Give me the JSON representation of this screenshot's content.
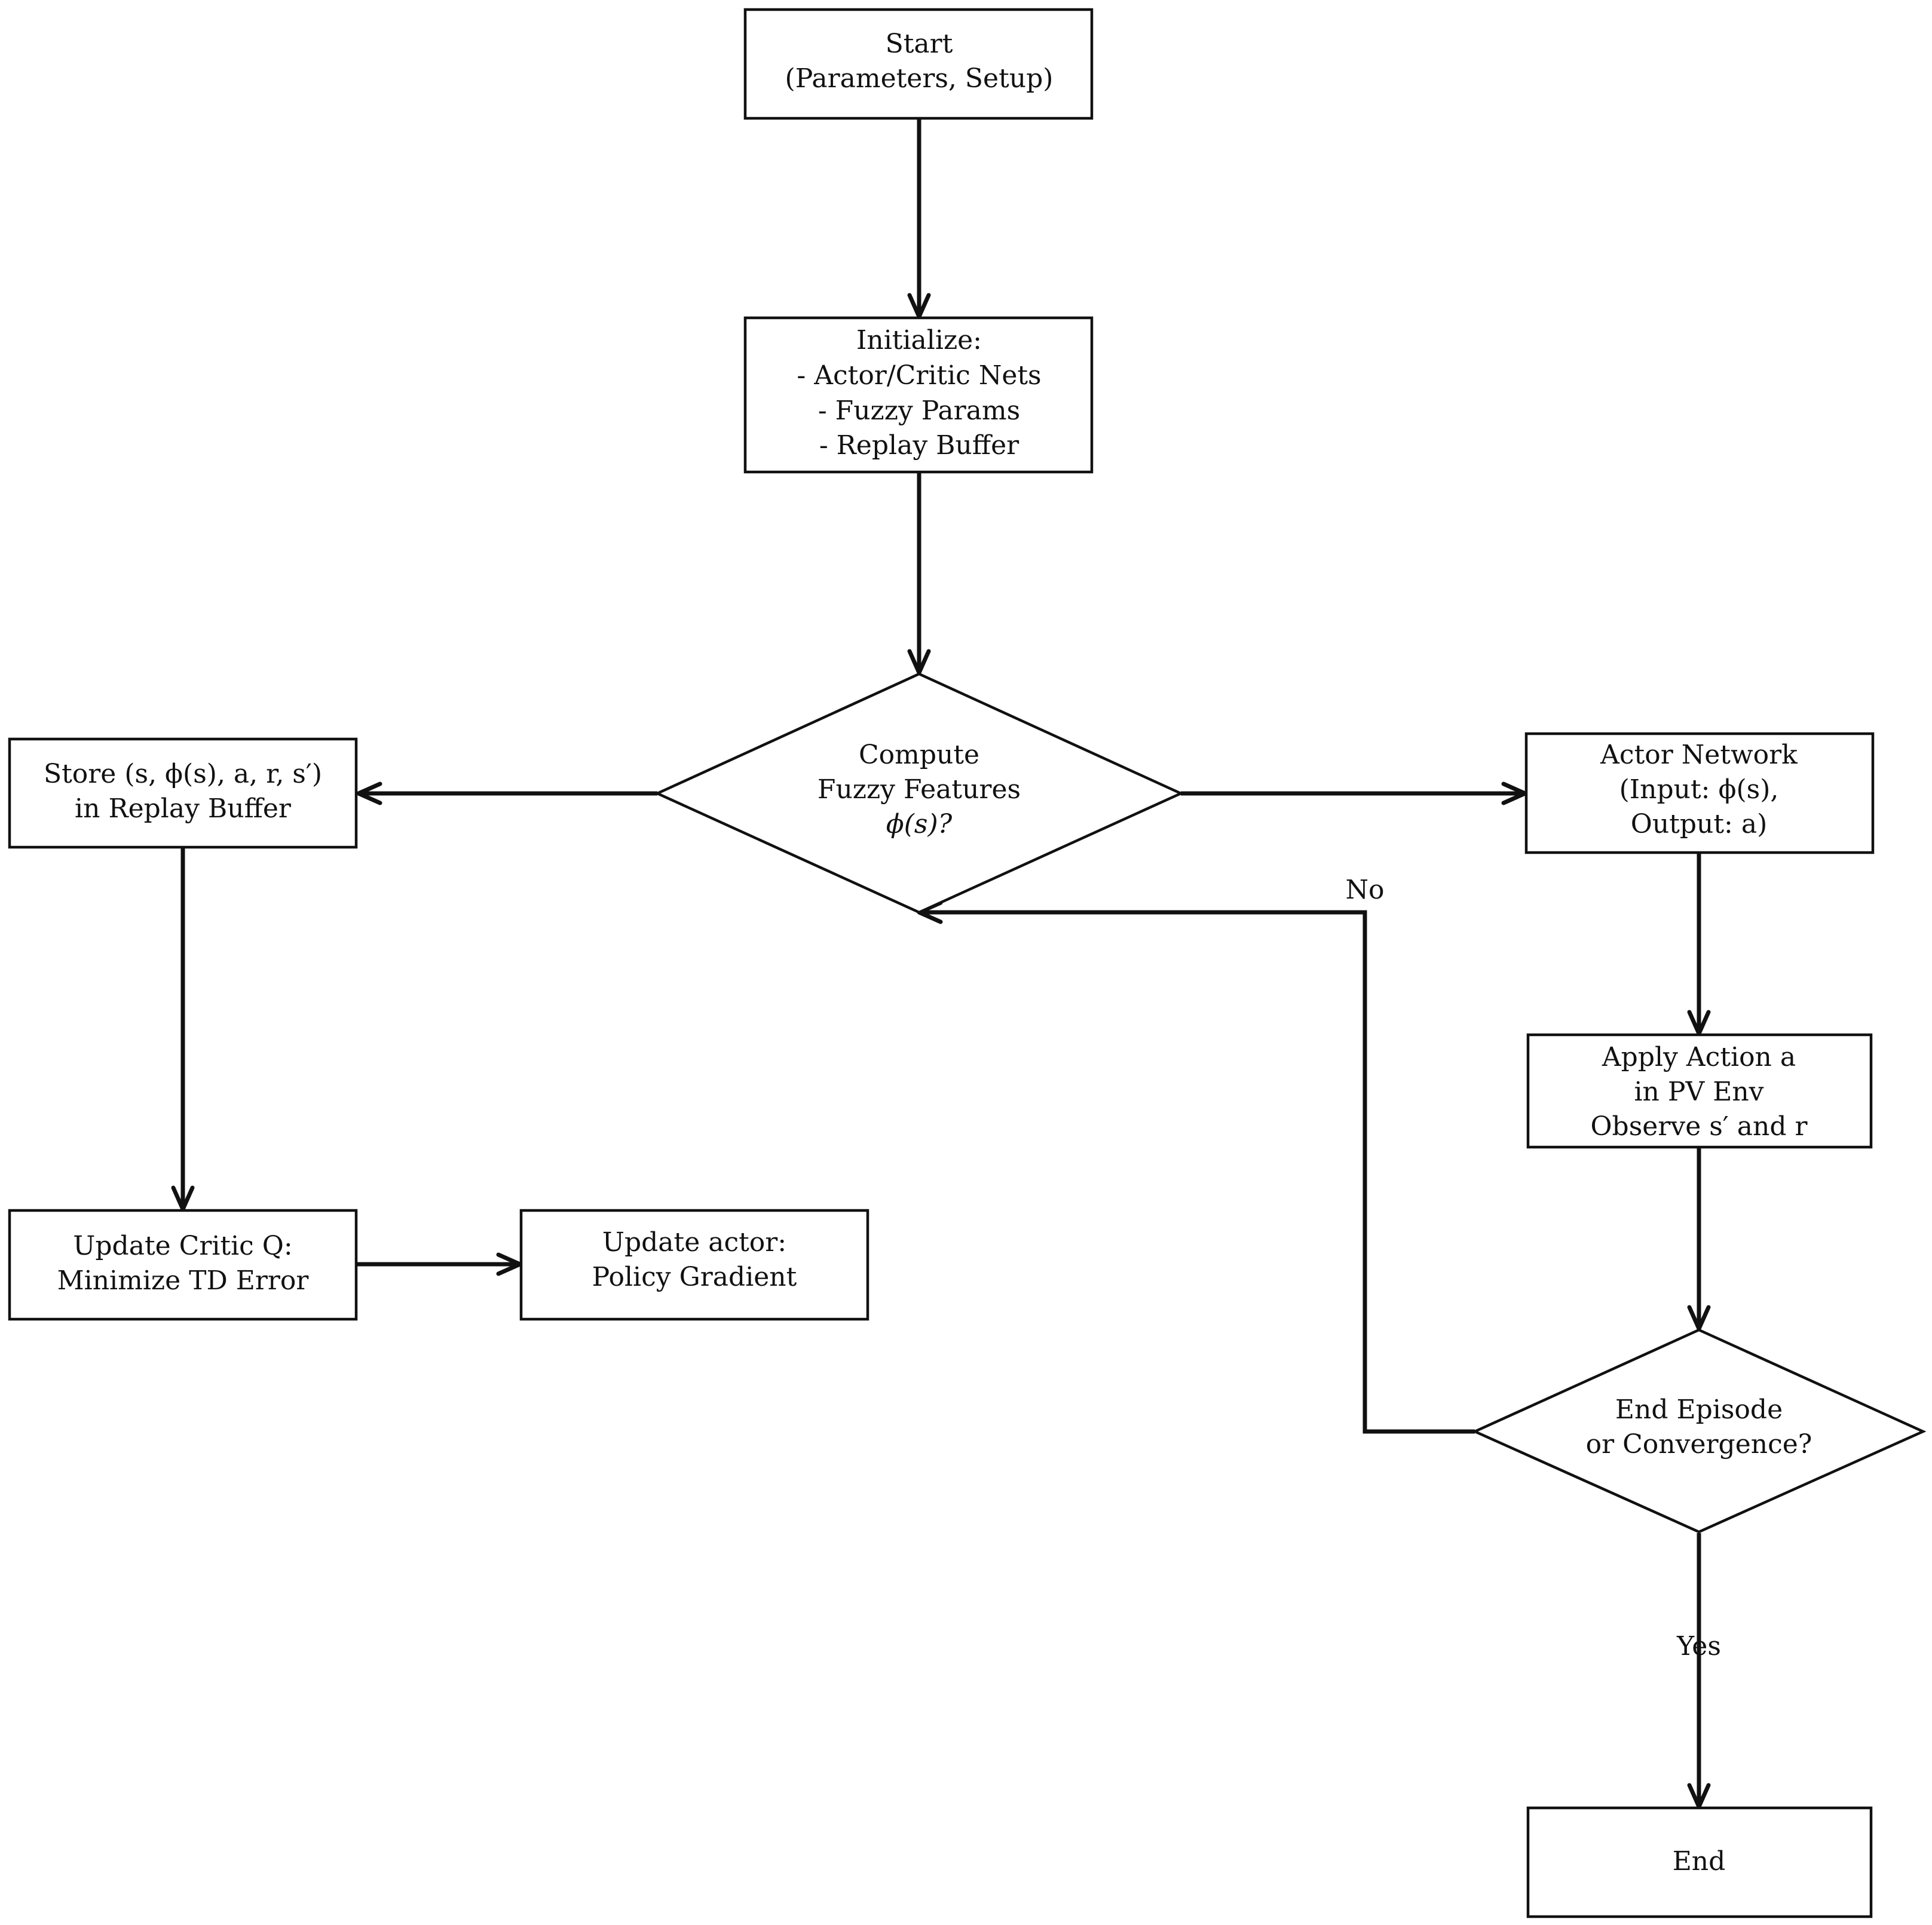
{
  "nodes": {
    "start": {
      "lines": [
        "Start",
        "(Parameters, Setup)"
      ]
    },
    "initialize": {
      "lines": [
        "Initialize:",
        "- Actor/Critic Nets",
        "- Fuzzy Params",
        "- Replay Buffer"
      ]
    },
    "compute_fuzzy": {
      "lines": [
        "Compute",
        "Fuzzy Features",
        "ϕ(s)?"
      ]
    },
    "store": {
      "lines": [
        "Store (s, ϕ(s), a, r, s′)",
        "in Replay Buffer"
      ]
    },
    "actor_network": {
      "lines": [
        "Actor Network",
        "(Input: ϕ(s),",
        "Output: a)"
      ]
    },
    "apply_action": {
      "lines": [
        "Apply Action a",
        "in PV Env",
        "Observe s′ and r"
      ]
    },
    "update_critic": {
      "lines": [
        "Update Critic Q:",
        "Minimize TD Error"
      ]
    },
    "update_actor": {
      "lines": [
        "Update actor:",
        "Policy Gradient"
      ]
    },
    "end_check": {
      "lines": [
        "End Episode",
        "or Convergence?"
      ]
    },
    "end": {
      "lines": [
        "End"
      ]
    }
  },
  "edges": {
    "no_label": "No",
    "yes_label": "Yes"
  }
}
